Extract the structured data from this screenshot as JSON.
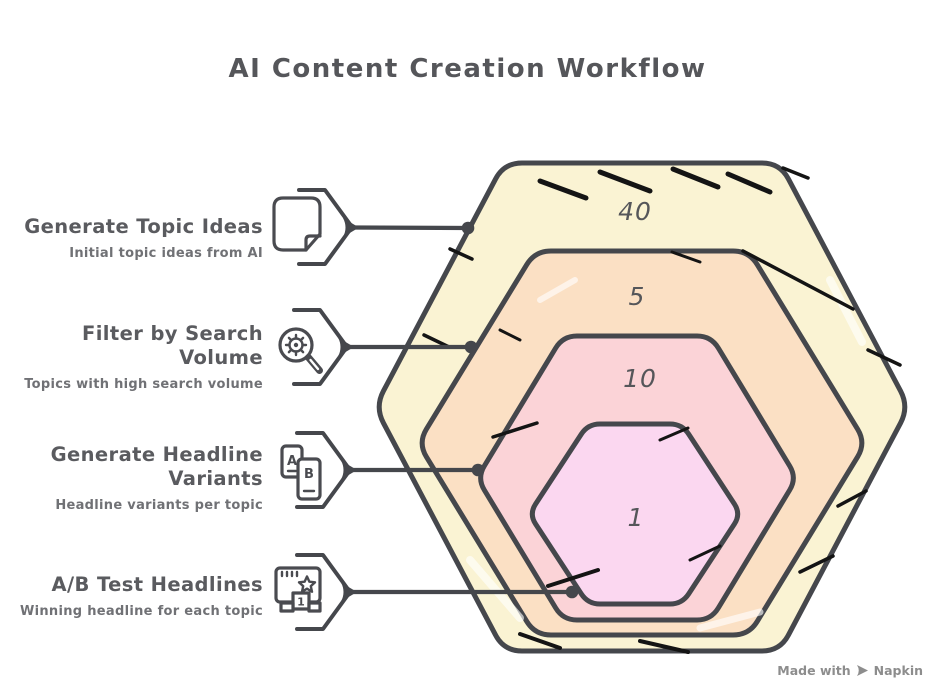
{
  "title": "AI Content Creation Workflow",
  "steps": [
    {
      "label": "Generate Topic Ideas",
      "description": "Initial topic ideas from AI",
      "value": "40",
      "icon": "document-icon"
    },
    {
      "label": "Filter by Search\nVolume",
      "description": "Topics with high search volume",
      "value": "5",
      "icon": "search-gear-icon"
    },
    {
      "label": "Generate Headline\nVariants",
      "description": "Headline variants per topic",
      "value": "10",
      "icon": "ab-variants-icon"
    },
    {
      "label": "A/B Test Headlines",
      "description": "Winning headline for each topic",
      "value": "1",
      "icon": "winner-podium-icon"
    }
  ],
  "funnel_levels": [
    {
      "value": "40",
      "color": "#FAF3D3",
      "step": "Generate Topic Ideas"
    },
    {
      "value": "5",
      "color": "#FBE0C4",
      "step": "Filter by Search Volume"
    },
    {
      "value": "10",
      "color": "#FBD3D7",
      "step": "Generate Headline Variants"
    },
    {
      "value": "1",
      "color": "#FBD7F0",
      "step": "A/B Test Headlines"
    }
  ],
  "icon_glyphs": {
    "ab_left": "A",
    "ab_right": "B",
    "podium_rank": "1"
  },
  "colors": {
    "stroke": "#45474C",
    "title": "#55565A",
    "label": "#5A5B5F",
    "description": "#707175",
    "number": "#55565A",
    "watermark": "#8D8D8D",
    "level_40": "#FAF3D3",
    "level_5": "#FBE0C4",
    "level_10": "#FBD3D7",
    "level_1": "#FBD7F0"
  },
  "watermark": {
    "prefix": "Made with",
    "brand": "Napkin"
  }
}
